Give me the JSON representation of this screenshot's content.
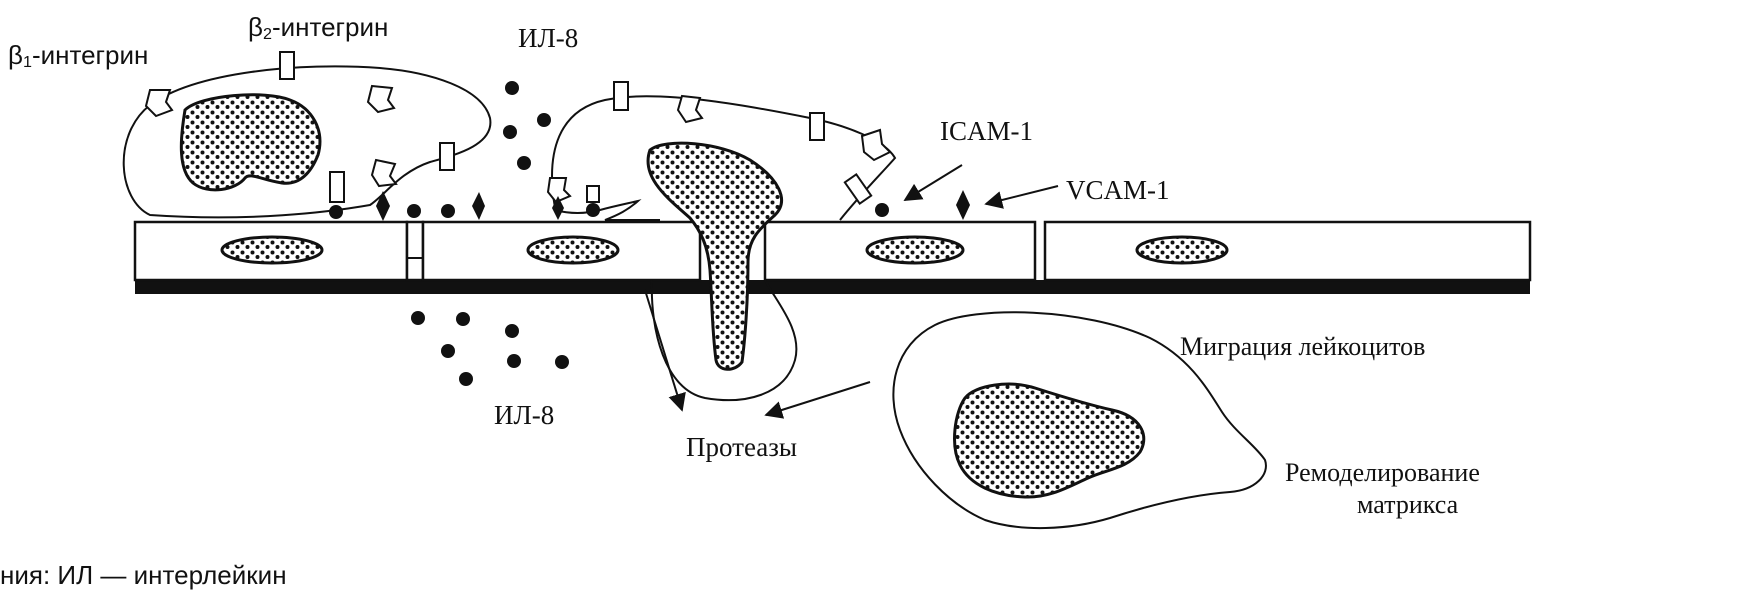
{
  "labels": {
    "beta1": {
      "greek": "β",
      "sub": "1",
      "text": "-интегрин"
    },
    "beta2": {
      "greek": "β",
      "sub": "2",
      "text": "-интегрин"
    },
    "il8_top": "ИЛ-8",
    "il8_bottom": "ИЛ-8",
    "icam": "ICAM-1",
    "vcam": "VCAM-1",
    "migration": "Миграция лейкоцитов",
    "proteases": "Протеазы",
    "remodel_line1": "Ремоделирование",
    "remodel_line2": "матрикса",
    "footnote": "ния: ИЛ — интерлейкин"
  }
}
